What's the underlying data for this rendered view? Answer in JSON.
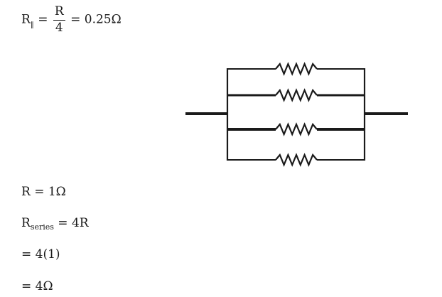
{
  "equations": {
    "parallel": {
      "lhs_symbol": "R",
      "lhs_subscript": "∥",
      "equals": "=",
      "numerator": "R",
      "denominator": "4",
      "equals2": "=",
      "result": "0.25Ω"
    },
    "resistance": {
      "text": "R = 1Ω"
    },
    "series": {
      "lhs_symbol": "R",
      "lhs_subscript": "series",
      "rhs": " = 4R"
    },
    "step": {
      "text": "= 4(1)"
    },
    "result": {
      "text": "= 4Ω"
    }
  },
  "circuit": {
    "description": "Four identical resistors connected in parallel between two terminals",
    "resistor_count": 4,
    "wire_color": "#1a1a1a"
  }
}
